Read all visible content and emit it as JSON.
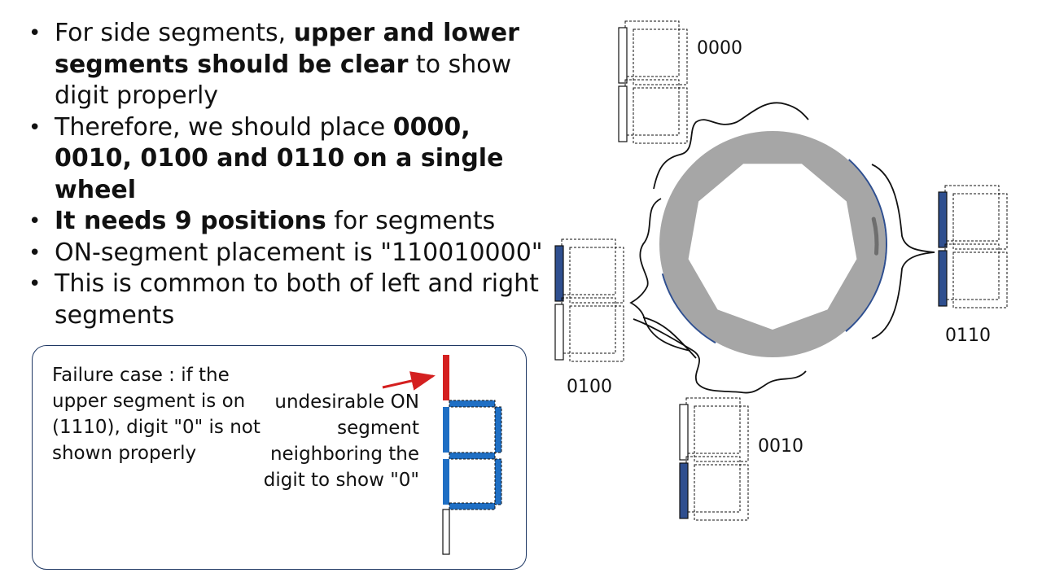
{
  "bullets": [
    {
      "t1": "For side segments, ",
      "b1": "upper and lower segments should be clear",
      "t2": " to show digit properly"
    },
    {
      "t1": "Therefore, we should place ",
      "b1": "0000, 0010, 0100 and 0110 on a single wheel",
      "t2": ""
    },
    {
      "t1": "",
      "b1": "It needs 9 positions",
      "t2": " for segments"
    },
    {
      "t1": "ON-segment placement is \"110010000\"",
      "b1": "",
      "t2": ""
    },
    {
      "t1": "This is common to both of left and right segments",
      "b1": "",
      "t2": ""
    }
  ],
  "failure_box": {
    "description": "Failure case : if the upper segment is on (1110), digit \"0\" is not shown properly",
    "callout": "undesirable ON segment neighboring the digit to show \"0\""
  },
  "wheel_labels": {
    "top": "0000",
    "right": "0110",
    "left": "0100",
    "bottom": "0010"
  },
  "colors": {
    "on_segment": "#2f4f8f",
    "bright_segment": "#1f6fc4",
    "undesirable_segment": "#d42020",
    "wheel": "#a6a6a6",
    "box_border": "#1f3864"
  }
}
